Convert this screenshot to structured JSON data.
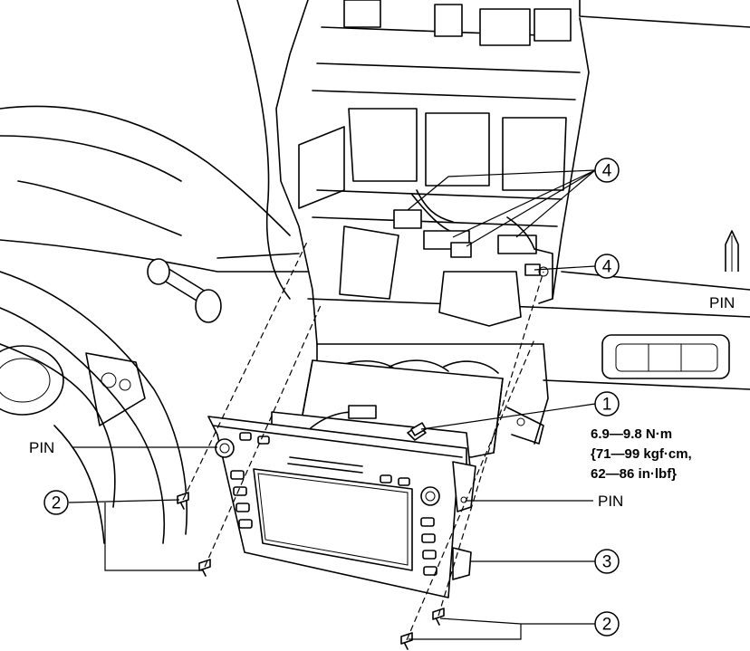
{
  "labels": {
    "pin_top_right": "PIN",
    "pin_left": "PIN",
    "pin_right": "PIN"
  },
  "callouts": {
    "c1": "1",
    "c2_left": "2",
    "c2_bottom": "2",
    "c3": "3",
    "c4_top": "4",
    "c4_mid": "4"
  },
  "torque": {
    "line1": "6.9—9.8 N·m",
    "line2": "{71—99 kgf·cm,",
    "line3": "62—86 in·lbf}"
  },
  "icons": {
    "pin": "pin-icon",
    "bolt": "bolt-icon",
    "screw": "screw-icon"
  },
  "colors": {
    "line": "#000000",
    "background": "#ffffff"
  }
}
